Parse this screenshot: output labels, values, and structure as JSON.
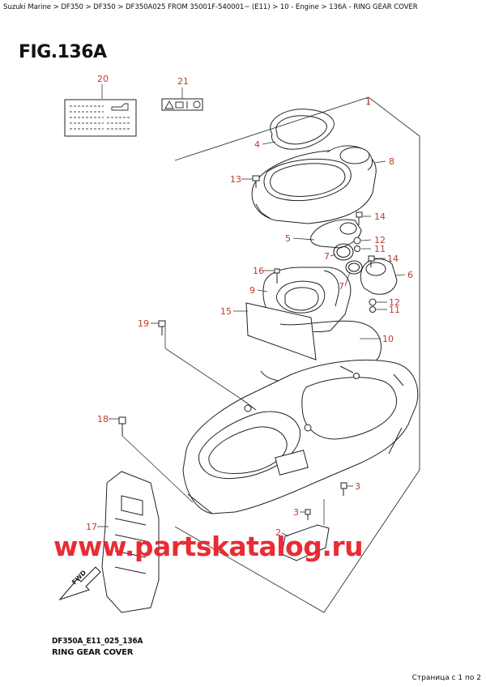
{
  "breadcrumb": "Suzuki Marine > DF350 > DF350 > DF350A025 FROM 35001F-540001~ (E11) > 10 - Engine > 136A - RING GEAR COVER",
  "figure_title": "FIG.136A",
  "callouts": [
    "20",
    "21",
    "1",
    "4",
    "8",
    "13",
    "14",
    "5",
    "12",
    "11",
    "7",
    "14",
    "16",
    "9",
    "6",
    "7",
    "12",
    "11",
    "15",
    "19",
    "10",
    "18",
    "3",
    "3",
    "17",
    "2"
  ],
  "watermark": "www.partskatalog.ru",
  "footer": {
    "code": "DF350A_E11_025_136A",
    "name": "RING GEAR COVER"
  },
  "page_indicator": "Страница с 1 по 2",
  "colors": {
    "callout": "#c0392b",
    "watermark": "#e8212a"
  }
}
